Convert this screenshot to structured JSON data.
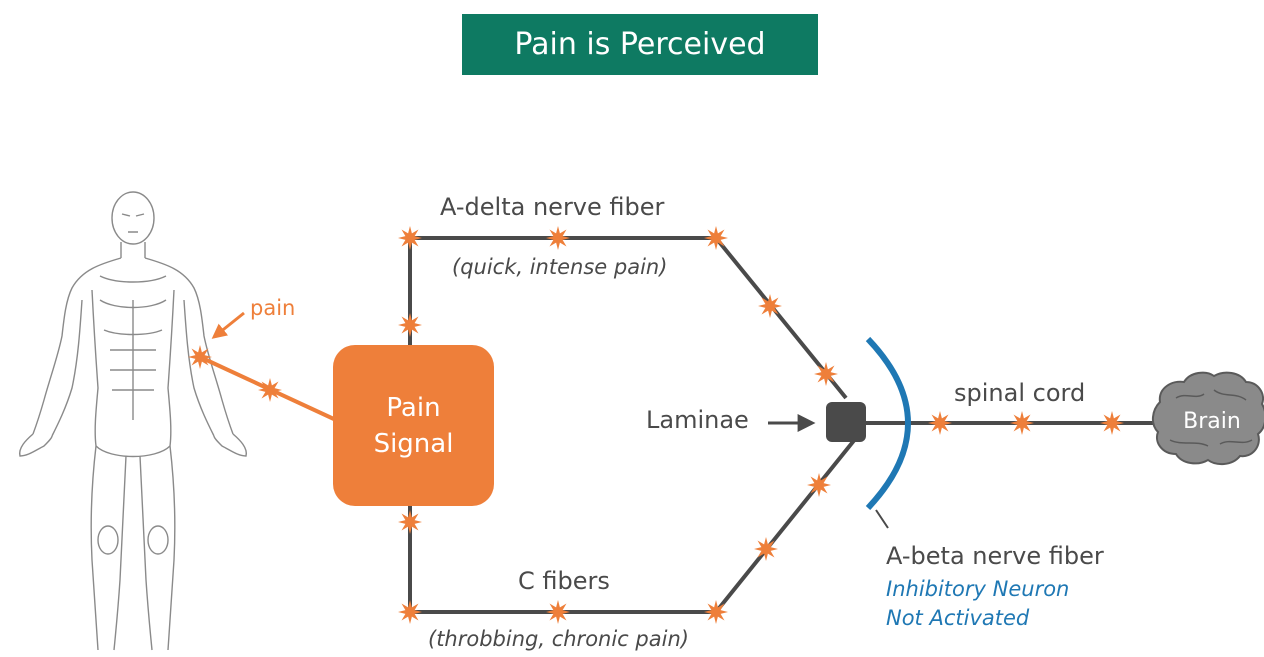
{
  "title": "Pain is Perceived",
  "labels": {
    "pain": "pain",
    "a_delta": "A-delta nerve fiber",
    "a_delta_desc": "(quick, intense pain)",
    "c_fibers": "C fibers",
    "c_fibers_desc": "(throbbing, chronic pain)",
    "pain_signal_line1": "Pain",
    "pain_signal_line2": "Signal",
    "laminae": "Laminae",
    "spinal_cord": "spinal cord",
    "brain": "Brain",
    "a_beta": "A-beta nerve fiber",
    "inhibitory_line1": "Inhibitory Neuron",
    "inhibitory_line2": "Not Activated"
  },
  "colors": {
    "banner": "#0e7a62",
    "pain_orange": "#ee7f3a",
    "fiber_line": "#4a4a4a",
    "inhibitory_blue": "#1f78b4",
    "brain_gray": "#8a8a8a"
  }
}
